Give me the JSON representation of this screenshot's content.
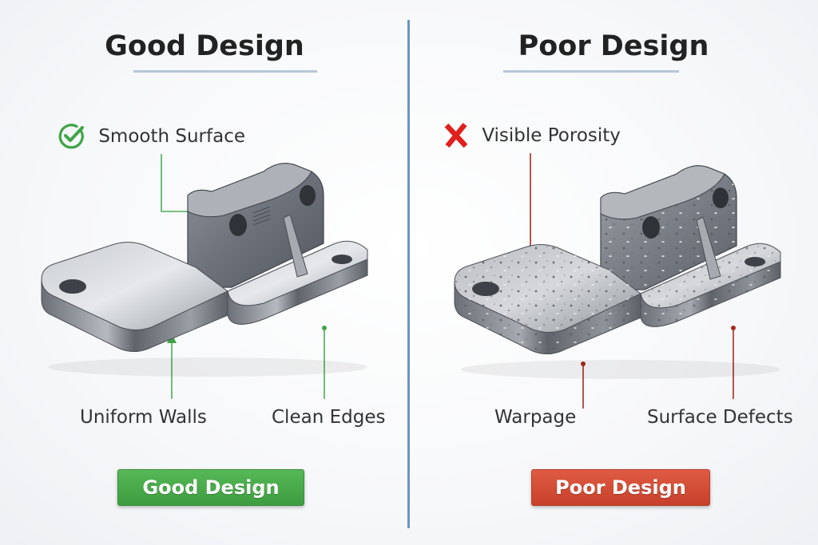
{
  "left": {
    "title": "Good Design",
    "callouts": {
      "top": "Smooth Surface",
      "bottom_left": "Uniform Walls",
      "bottom_right": "Clean Edges"
    },
    "top_icon": "check-circle-icon",
    "accent_color": "#3fa447",
    "button_label": "Good Design"
  },
  "right": {
    "title": "Poor Design",
    "callouts": {
      "top": "Visible Porosity",
      "bottom_left": "Warpage",
      "bottom_right": "Surface Defects"
    },
    "top_icon": "x-mark-icon",
    "accent_color": "#a82a23",
    "button_label": "Poor Design"
  },
  "divider_color": "#6d93c7"
}
